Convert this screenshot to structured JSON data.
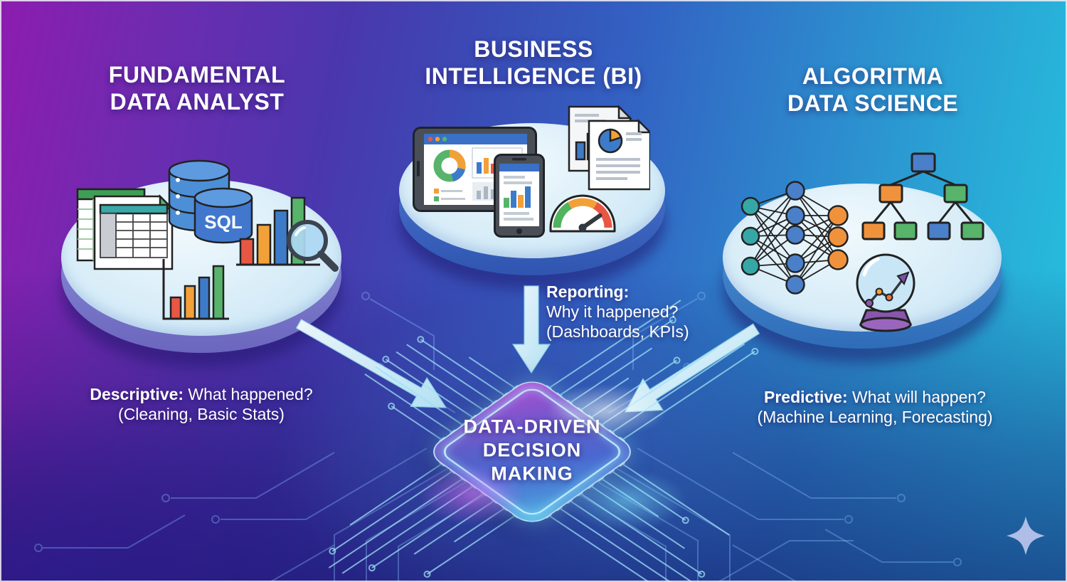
{
  "columns": [
    {
      "id": "fundamental-data-analyst",
      "title_lines": [
        "FUNDAMENTAL",
        "DATA ANALYST"
      ],
      "caption": {
        "lead": "Descriptive:",
        "question": "What happened?",
        "detail": "(Cleaning, Basic Stats)"
      },
      "sql_label": "SQL",
      "icons": [
        "spreadsheets",
        "sql-database",
        "bar-chart",
        "bar-chart-magnifier"
      ]
    },
    {
      "id": "business-intelligence",
      "title_lines": [
        "BUSINESS",
        "INTELLIGENCE (BI)"
      ],
      "caption": {
        "lead": "Reporting:",
        "question": "Why it happened?",
        "detail": "(Dashboards, KPIs)"
      },
      "icons": [
        "tablet-dashboard",
        "phone-chart",
        "report-documents",
        "kpi-gauge"
      ]
    },
    {
      "id": "algoritma-data-science",
      "title_lines": [
        "ALGORITMA",
        "DATA SCIENCE"
      ],
      "caption": {
        "lead": "Predictive:",
        "question": "What will happen?",
        "detail": "(Machine Learning, Forecasting)"
      },
      "icons": [
        "neural-network",
        "decision-tree",
        "crystal-ball"
      ]
    }
  ],
  "center_chip": {
    "label_lines": [
      "DATA-DRIVEN",
      "DECISION",
      "MAKING"
    ]
  },
  "colors": {
    "bg_purple": "#8d1cb0",
    "bg_blue": "#3355bc",
    "bg_cyan": "#27bcdc",
    "platform_top": "#d8edf8",
    "trace": "#9fe0f6",
    "chip_border": "#cef6ff",
    "bar_red": "#e85744",
    "bar_orange": "#f2a038",
    "bar_blue": "#3d7bc8",
    "bar_green": "#57b46a"
  }
}
